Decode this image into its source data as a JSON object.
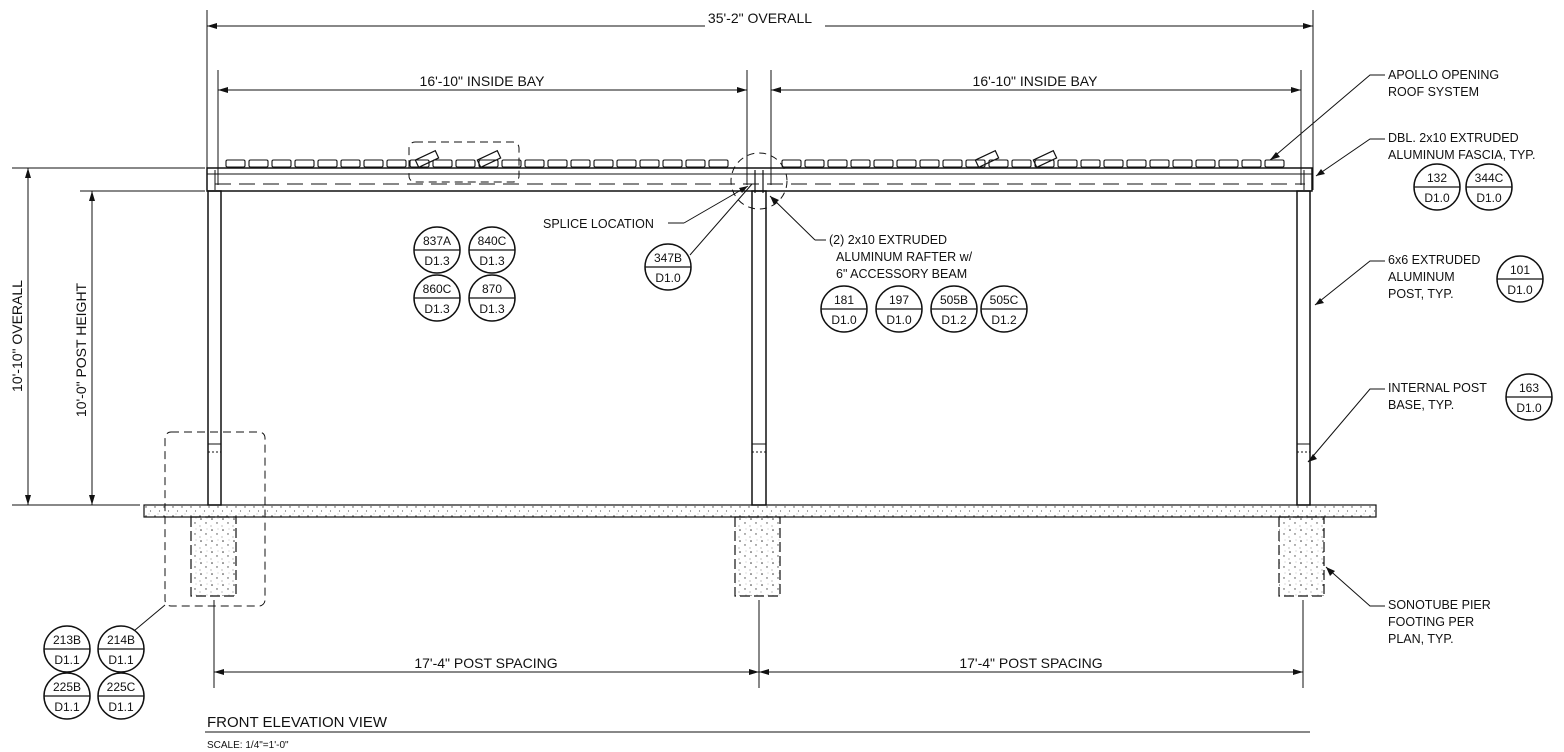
{
  "dimensions": {
    "overall_width": "35'-2\" OVERALL",
    "bay_left": "16'-10\" INSIDE BAY",
    "bay_right": "16'-10\" INSIDE BAY",
    "overall_height": "10'-10\" OVERALL",
    "post_height": "10'-0\" POST HEIGHT",
    "post_spacing_left": "17'-4\" POST SPACING",
    "post_spacing_right": "17'-4\" POST SPACING"
  },
  "notes": {
    "roof_system": [
      "APOLLO OPENING",
      "ROOF SYSTEM"
    ],
    "fascia": [
      "DBL. 2x10 EXTRUDED",
      "ALUMINUM FASCIA, TYP."
    ],
    "post": [
      "6x6 EXTRUDED",
      "ALUMINUM",
      "POST, TYP."
    ],
    "post_base": [
      "INTERNAL POST",
      "BASE, TYP."
    ],
    "footing": [
      "SONOTUBE PIER",
      "FOOTING PER",
      "PLAN, TYP."
    ],
    "splice": "SPLICE LOCATION",
    "rafter": [
      "(2) 2x10 EXTRUDED",
      "ALUMINUM RAFTER w/",
      "6\" ACCESSORY BEAM"
    ]
  },
  "detail_tags": {
    "roof_group": [
      {
        "number": "837A",
        "sheet": "D1.3"
      },
      {
        "number": "840C",
        "sheet": "D1.3"
      },
      {
        "number": "860C",
        "sheet": "D1.3"
      },
      {
        "number": "870",
        "sheet": "D1.3"
      }
    ],
    "splice": [
      {
        "number": "347B",
        "sheet": "D1.0"
      }
    ],
    "rafter": [
      {
        "number": "181",
        "sheet": "D1.0"
      },
      {
        "number": "197",
        "sheet": "D1.0"
      },
      {
        "number": "505B",
        "sheet": "D1.2"
      },
      {
        "number": "505C",
        "sheet": "D1.2"
      }
    ],
    "fascia": [
      {
        "number": "132",
        "sheet": "D1.0"
      },
      {
        "number": "344C",
        "sheet": "D1.0"
      }
    ],
    "post": [
      {
        "number": "101",
        "sheet": "D1.0"
      }
    ],
    "post_base": [
      {
        "number": "163",
        "sheet": "D1.0"
      }
    ],
    "footing_group": [
      {
        "number": "213B",
        "sheet": "D1.1"
      },
      {
        "number": "214B",
        "sheet": "D1.1"
      },
      {
        "number": "225B",
        "sheet": "D1.1"
      },
      {
        "number": "225C",
        "sheet": "D1.1"
      }
    ]
  },
  "title_block": {
    "title": "FRONT ELEVATION VIEW",
    "scale": "SCALE: 1/4\"=1'-0\""
  }
}
